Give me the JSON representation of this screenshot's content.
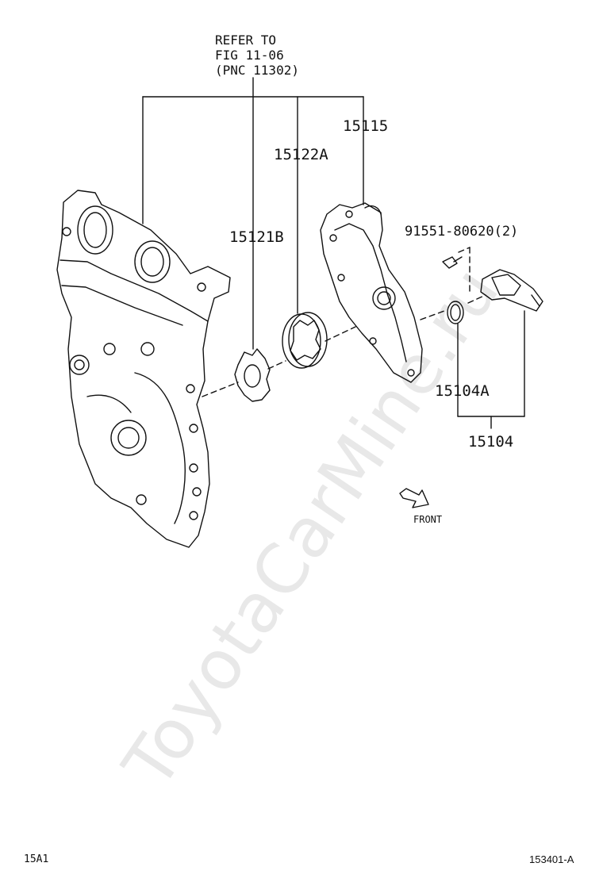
{
  "watermark": "ToyotaCarMine.ru",
  "refer_note": {
    "line1": "REFER TO",
    "line2": "FIG 11-06",
    "line3": "(PNC 11302)"
  },
  "part_numbers": {
    "p15115": "15115",
    "p15122A": "15122A",
    "p15121B": "15121B",
    "p91551": "91551-80620(2)",
    "p15104A": "15104A",
    "p15104": "15104"
  },
  "front_label": "FRONT",
  "footer": {
    "left_code": "15A1",
    "right_code": "153401-A"
  }
}
